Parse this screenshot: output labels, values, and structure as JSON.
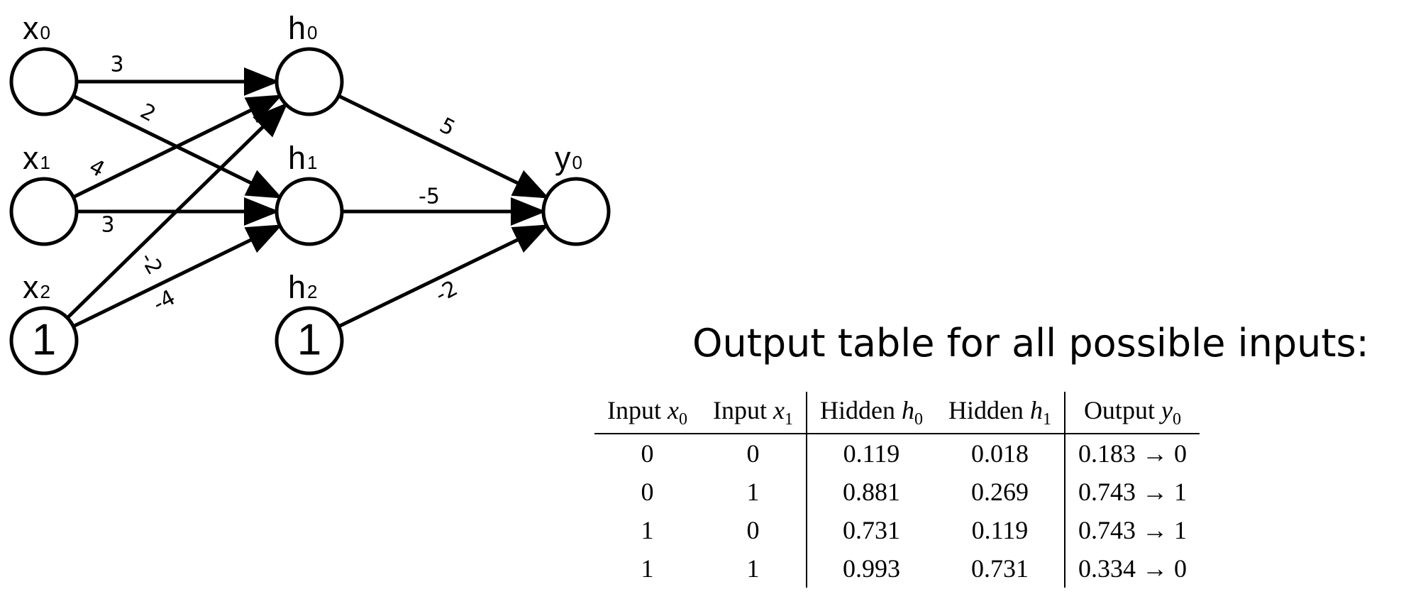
{
  "network": {
    "nodes": [
      {
        "id": "x0",
        "label": "x",
        "sub": "0",
        "bias": ""
      },
      {
        "id": "x1",
        "label": "x",
        "sub": "1",
        "bias": ""
      },
      {
        "id": "x2",
        "label": "x",
        "sub": "2",
        "bias": "1"
      },
      {
        "id": "h0",
        "label": "h",
        "sub": "0",
        "bias": ""
      },
      {
        "id": "h1",
        "label": "h",
        "sub": "1",
        "bias": ""
      },
      {
        "id": "h2",
        "label": "h",
        "sub": "2",
        "bias": "1"
      },
      {
        "id": "y0",
        "label": "y",
        "sub": "0",
        "bias": ""
      }
    ],
    "edges": [
      {
        "from": "x0",
        "to": "h0",
        "weight": "3"
      },
      {
        "from": "x0",
        "to": "h1",
        "weight": "2"
      },
      {
        "from": "x1",
        "to": "h0",
        "weight": "4"
      },
      {
        "from": "x1",
        "to": "h1",
        "weight": "3"
      },
      {
        "from": "x2",
        "to": "h0",
        "weight": "-2"
      },
      {
        "from": "x2",
        "to": "h1",
        "weight": "-4"
      },
      {
        "from": "h0",
        "to": "y0",
        "weight": "5"
      },
      {
        "from": "h1",
        "to": "y0",
        "weight": "-5"
      },
      {
        "from": "h2",
        "to": "y0",
        "weight": "-2"
      }
    ]
  },
  "table": {
    "title": "Output table for all possible inputs:",
    "headers": [
      {
        "text": "Input",
        "var": "x",
        "sub": "0"
      },
      {
        "text": "Input",
        "var": "x",
        "sub": "1"
      },
      {
        "text": "Hidden",
        "var": "h",
        "sub": "0"
      },
      {
        "text": "Hidden",
        "var": "h",
        "sub": "1"
      },
      {
        "text": "Output",
        "var": "y",
        "sub": "0"
      }
    ],
    "rows": [
      [
        "0",
        "0",
        "0.119",
        "0.018",
        "0.183 → 0"
      ],
      [
        "0",
        "1",
        "0.881",
        "0.269",
        "0.743 → 1"
      ],
      [
        "1",
        "0",
        "0.731",
        "0.119",
        "0.743 → 1"
      ],
      [
        "1",
        "1",
        "0.993",
        "0.731",
        "0.334 → 0"
      ]
    ]
  }
}
